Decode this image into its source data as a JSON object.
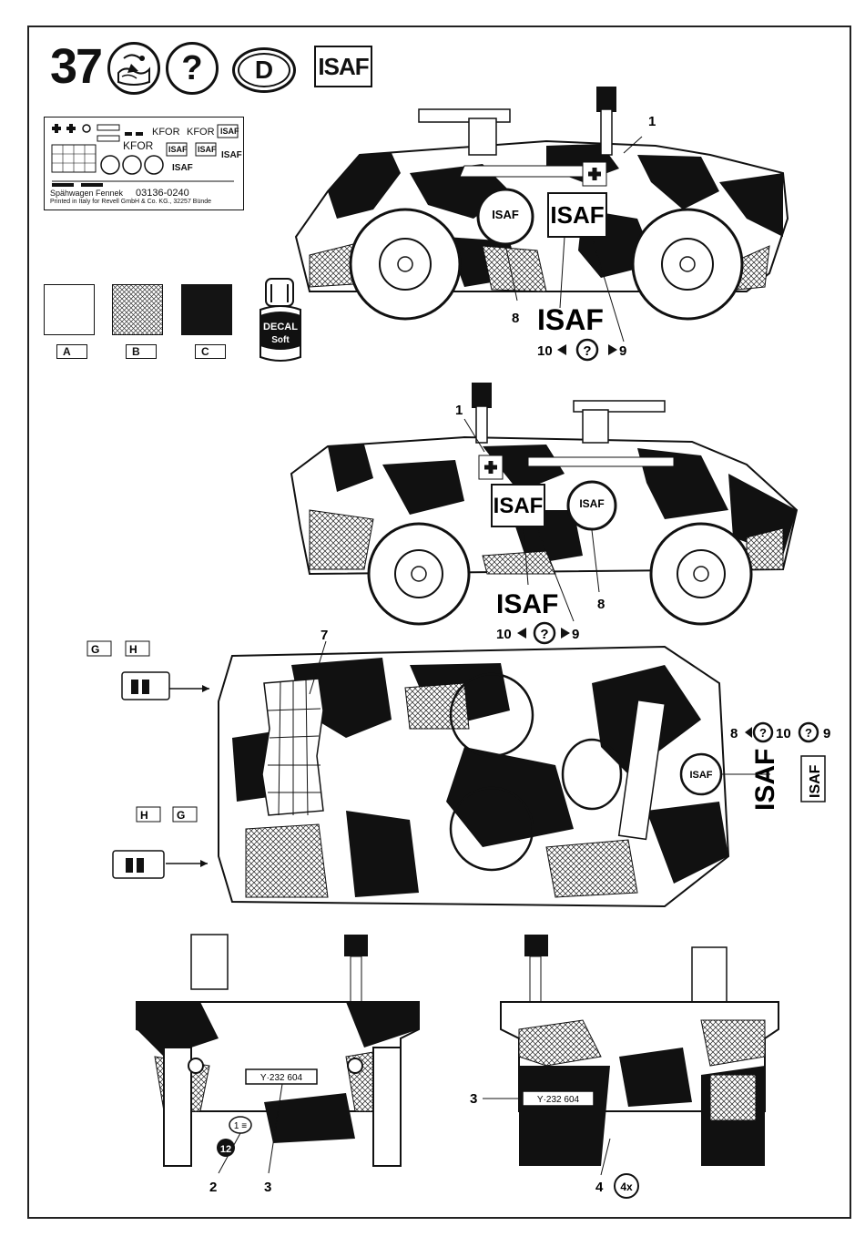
{
  "header": {
    "step_number": "37",
    "help_symbol": "?",
    "country_code": "D",
    "isaf_mark": "ISAF"
  },
  "decal_sheet": {
    "kfor_1": "KFOR",
    "kfor_2": "KFOR",
    "kfor_3": "KFOR",
    "isaf_a": "ISAF",
    "isaf_b": "ISAF",
    "isaf_c": "ISAF",
    "isaf_d": "ISAF",
    "isaf_e": "ISAF",
    "vehicle_name": "Spähwagen Fennek",
    "kit_number": "03136-0240",
    "printed": "Printed in Italy for Revell GmbH & Co. KG., 32257 Bünde"
  },
  "colors": {
    "swatch_a": "#ffffff",
    "swatch_b": "#bdbdbd",
    "swatch_c": "#141414",
    "label_a": "A",
    "label_b": "B",
    "label_c": "C"
  },
  "decal_soft": {
    "line1": "DECAL",
    "line2": "Soft"
  },
  "side_view_right": {
    "callout_1": "1",
    "callout_8": "8",
    "callout_9": "9",
    "callout_10": "10",
    "decal_isaf": "ISAF",
    "roundel_text": "ISAF",
    "panel_text": "ISAF"
  },
  "side_view_left": {
    "callout_1": "1",
    "callout_8": "8",
    "callout_9": "9",
    "callout_10": "10",
    "decal_isaf": "ISAF",
    "roundel_text": "ISAF",
    "panel_text": "ISAF"
  },
  "top_view": {
    "callout_7": "7",
    "callout_8": "8",
    "callout_9a": "9",
    "callout_9b": "9",
    "callout_10": "10",
    "decal_isaf": "ISAF",
    "panel_text": "ISAF",
    "roundel_text": "ISAF",
    "label_g1": "G",
    "label_h1": "H",
    "label_h2": "H",
    "label_g2": "G"
  },
  "front_view": {
    "plate": "Y·232 604",
    "callout_2": "2",
    "callout_3": "3",
    "callout_12": "12",
    "sticker": "1 ≡"
  },
  "rear_view": {
    "plate": "Y·232 604",
    "callout_3": "3",
    "callout_4": "4",
    "qty": "4x"
  },
  "icons": [
    "step-number",
    "decal-water-icon",
    "help-icon",
    "country-oval",
    "isaf-mark"
  ]
}
